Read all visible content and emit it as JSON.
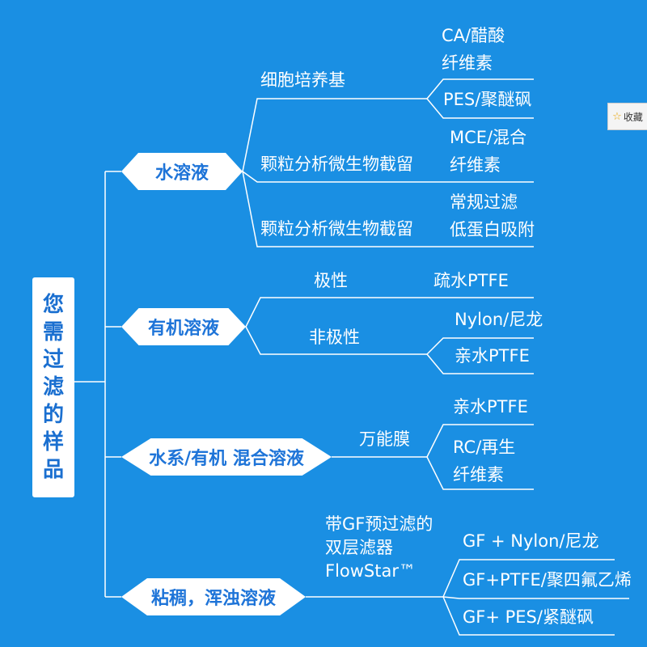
{
  "root": {
    "chars": [
      "您",
      "需",
      "过",
      "滤",
      "的",
      "样",
      "品"
    ]
  },
  "categories": [
    {
      "label": "水溶液"
    },
    {
      "label": "有机溶液"
    },
    {
      "label": "水系/有机 混合溶液"
    },
    {
      "label": "粘稠，浑浊溶液"
    }
  ],
  "applications": {
    "cell_culture": "细胞培养基",
    "particle_1": "颗粒分析微生物截留",
    "particle_2": "颗粒分析微生物截留",
    "polar": "极性",
    "nonpolar": "非极性",
    "universal": "万能膜",
    "gf_prefilter": [
      "带GF预过滤的",
      "双层滤器",
      "FlowStar™"
    ]
  },
  "membranes": {
    "ca": [
      "CA/醋酸",
      "纤维素"
    ],
    "pes": "PES/聚醚砜",
    "mce": [
      "MCE/混合",
      "纤维素"
    ],
    "regular": [
      "常规过滤",
      "低蛋白吸附"
    ],
    "hydrophobic_ptfe": "疏水PTFE",
    "nylon": "Nylon/尼龙",
    "hydrophilic_ptfe_1": "亲水PTFE",
    "hydrophilic_ptfe_2": "亲水PTFE",
    "rc": [
      "RC/再生",
      "纤维素"
    ],
    "gf_nylon": "GF + Nylon/尼龙",
    "gf_ptfe": "GF+PTFE/聚四氟乙烯",
    "gf_pes": "GF+ PES/紧醚砜"
  },
  "bookmark": {
    "label": "收藏",
    "icon": "star-icon"
  },
  "colors": {
    "background": "#1a8fe3",
    "node_text": "#1e74d8",
    "line": "#ffffff"
  }
}
